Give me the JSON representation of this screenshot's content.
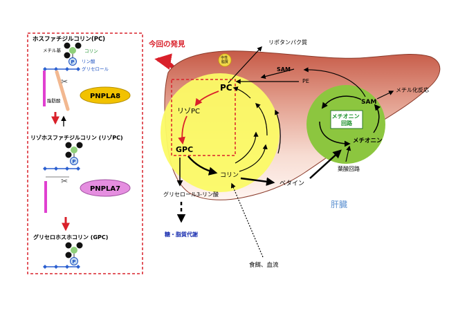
{
  "left_panel": {
    "pc_title": "ホスファチジルコリン(PC)",
    "methyl_label": "メチル基",
    "choline_label": "コリン",
    "phosphate_label": "リン酸",
    "glycerol_label": "グリセロール",
    "p_symbol": "P",
    "fatty_acid_label": "脂肪酸",
    "enzyme1": "PNPLA8",
    "lysopc_title": "リゾホスファチジルコリン (リゾPC)",
    "enzyme2": "PNPLA7",
    "gpc_title": "グリセロホスホコリン (GPC)"
  },
  "discovery_label": "今回の発見",
  "liver": {
    "organ_label": "肝臓",
    "neutral_lipid_label": "中性\n脂質",
    "lipoprotein_label": "リポタンパク質",
    "sam_top": "SAM",
    "pe_label": "PE",
    "pc_label": "PC",
    "lysopc_label": "リゾPC",
    "gpc_label": "GPC",
    "choline_label": "コリン",
    "betaine_label": "ベタイン",
    "glycerol3p_label": "グリセロール3-リン酸",
    "sugar_lipid_label": "糖・脂質代謝",
    "food_blood_label": "食餌、血流",
    "methionine_cycle_label": "メチオニン\n回路",
    "sam_right": "SAM",
    "methionine_label": "メチオニン",
    "methylation_label": "メチル化反応",
    "folate_label": "葉酸回路"
  },
  "colors": {
    "dashed_border": "#d9202a",
    "red_arrow": "#d9202a",
    "pnpla8_fill": "#f2c200",
    "pnpla7_fill": "#e58ee0",
    "yellow_circle": "#fbfa66",
    "green_circle": "#8cc63f",
    "sugar_text": "#1a2fb0",
    "choline_text": "#1a8f2a",
    "phosphate_text": "#1a4fc0"
  }
}
